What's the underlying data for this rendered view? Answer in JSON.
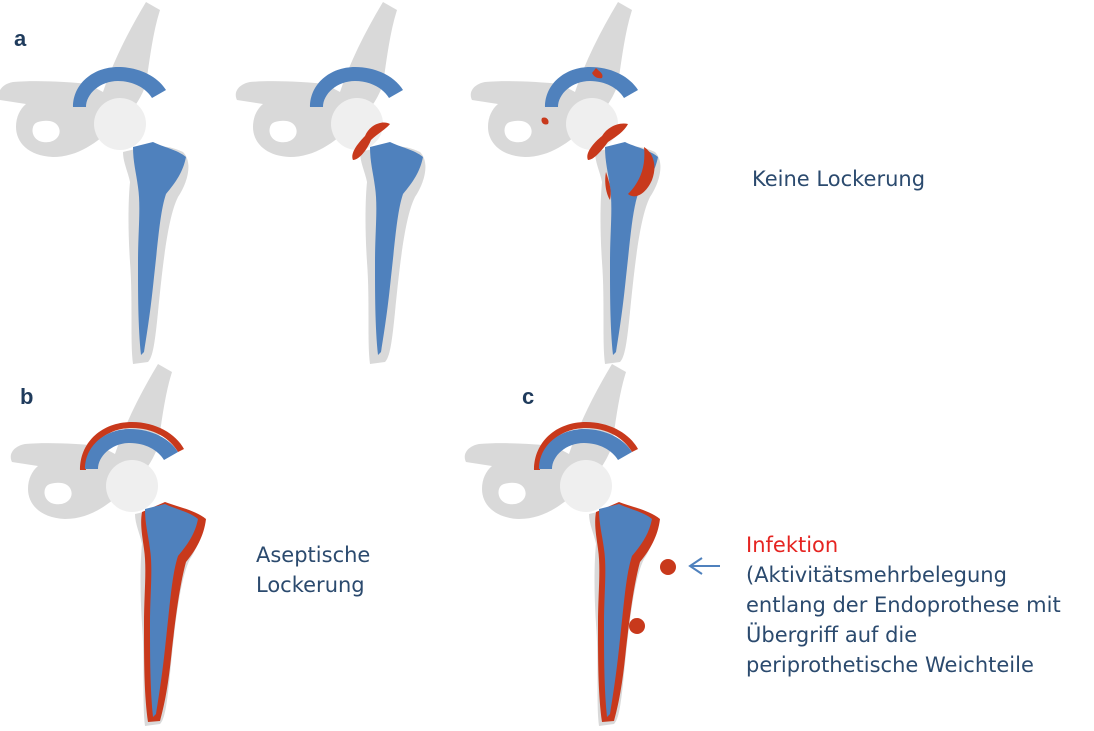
{
  "panels": {
    "a": {
      "letter": "a",
      "caption": "Keine Lockerung"
    },
    "b": {
      "letter": "b",
      "caption_line1": "Aseptische",
      "caption_line2": "Lockerung"
    },
    "c": {
      "letter": "c",
      "caption_title": "Infektion",
      "caption_lines": [
        "(Aktivitätsmehrbelegung",
        "entlang der Endoprothese mit",
        "Übergriff auf die",
        "periprothetische  Weichteile"
      ]
    }
  },
  "colors": {
    "bone": "#d9d9d9",
    "implant": "#4f81bd",
    "femoral_head": "#efefef",
    "uptake": "#c8391c",
    "text": "#2b4a6e",
    "highlight_text": "#e52421"
  },
  "icons": {
    "arrow": "arrow-left-icon"
  }
}
